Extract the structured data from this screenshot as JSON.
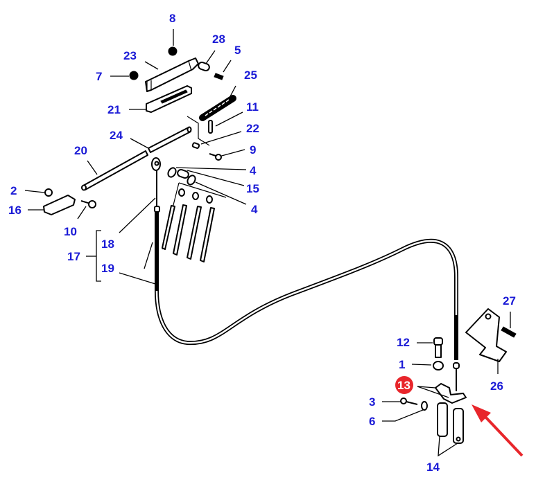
{
  "diagram": {
    "title": "Cable control assembly exploded parts diagram",
    "highlight_color": "#e8262b",
    "label_color": "#1a1ad6",
    "highlighted_part": "13",
    "labels": {
      "p1": "1",
      "p2": "2",
      "p3": "3",
      "p4a": "4",
      "p4b": "4",
      "p5": "5",
      "p6": "6",
      "p7": "7",
      "p8": "8",
      "p9": "9",
      "p10": "10",
      "p11": "11",
      "p12": "12",
      "p13": "13",
      "p14": "14",
      "p15": "15",
      "p16": "16",
      "p17": "17",
      "p18": "18",
      "p19": "19",
      "p20": "20",
      "p21": "21",
      "p22": "22",
      "p23": "23",
      "p24": "24",
      "p25": "25",
      "p26": "26",
      "p27": "27",
      "p28": "28"
    }
  }
}
